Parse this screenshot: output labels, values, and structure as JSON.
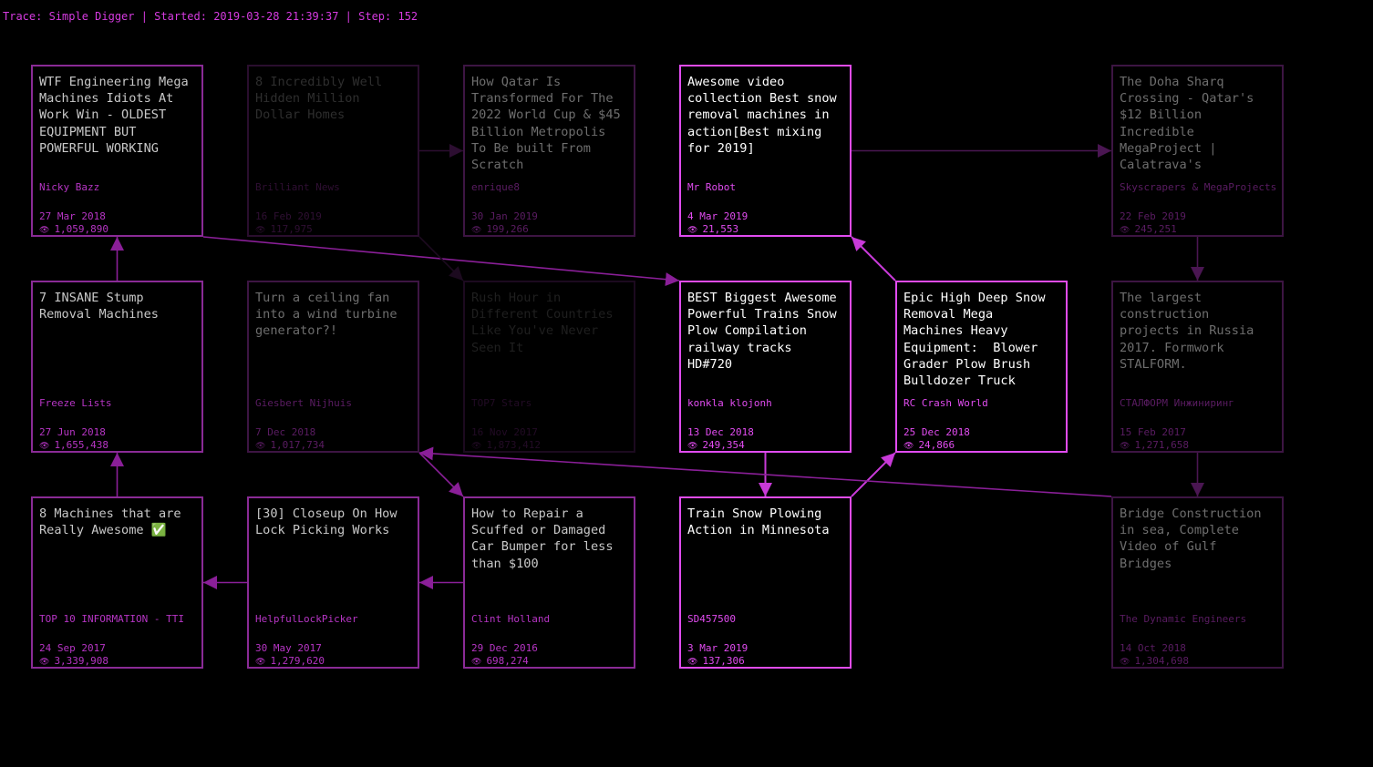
{
  "header": {
    "text": "Trace: Simple Digger | Started: 2019-03-28 21:39:37 | Step: 152"
  },
  "colors": {
    "accent": "#e14cf0",
    "edge": "#8a1f98",
    "background": "#000000"
  },
  "cards": [
    {
      "id": "r0c0",
      "title": "WTF Engineering Mega\nMachines Idiots At\nWork Win - OLDEST\nEQUIPMENT BUT\nPOWERFUL WORKING",
      "channel": "Nicky Bazz",
      "date": "27 Mar 2018",
      "views": "1,059,890",
      "state": "normal"
    },
    {
      "id": "r0c1",
      "title": "8 Incredibly Well\nHidden Million\nDollar Homes",
      "channel": "Brilliant News",
      "date": "16 Feb 2019",
      "views": "117,975",
      "state": "faded"
    },
    {
      "id": "r0c2",
      "title": "How Qatar Is\nTransformed For The\n2022 World Cup & $45\nBillion Metropolis\nTo Be built From\nScratch",
      "channel": "enrique8",
      "date": "30 Jan 2019",
      "views": "199,266",
      "state": "dim"
    },
    {
      "id": "r0c3",
      "title": "Awesome video\ncollection Best snow\nremoval machines in\naction[Best mixing\nfor 2019]",
      "channel": "Mr Robot",
      "date": "4 Mar 2019",
      "views": "21,553",
      "state": "active"
    },
    {
      "id": "r0c5",
      "title": "The Doha Sharq\nCrossing - Qatar's\n$12 Billion\nIncredible\nMegaProject |\nCalatrava's",
      "channel": "Skyscrapers & MegaProjects",
      "date": "22 Feb 2019",
      "views": "245,251",
      "state": "dim"
    },
    {
      "id": "r1c0",
      "title": "7 INSANE Stump\nRemoval Machines",
      "channel": "Freeze Lists",
      "date": "27 Jun 2018",
      "views": "1,655,438",
      "state": "normal"
    },
    {
      "id": "r1c1",
      "title": "Turn a ceiling fan\ninto a wind turbine\ngenerator?!",
      "channel": "Giesbert Nijhuis",
      "date": "7 Dec 2018",
      "views": "1,017,734",
      "state": "dim"
    },
    {
      "id": "r1c2",
      "title": "Rush Hour in\nDifferent Countries\nLike You've Never\nSeen It",
      "channel": "TOP7 Stars",
      "date": "16 Nov 2017",
      "views": "1,873,412",
      "state": "faint"
    },
    {
      "id": "r1c3",
      "title": "BEST Biggest Awesome\nPowerful Trains Snow\nPlow Compilation\nrailway tracks\nHD#720",
      "channel": "konkla klojonh",
      "date": "13 Dec 2018",
      "views": "249,354",
      "state": "active"
    },
    {
      "id": "r1c4",
      "title": "Epic High Deep Snow\nRemoval Mega\nMachines Heavy\nEquipment:  Blower\nGrader Plow Brush\nBulldozer Truck",
      "channel": "RC Crash World",
      "date": "25 Dec 2018",
      "views": "24,866",
      "state": "active"
    },
    {
      "id": "r1c5",
      "title": "The largest\nconstruction\nprojects in Russia\n2017. Formwork\nSTALFORM.",
      "channel": "СТАЛФОРМ Инжиниринг",
      "date": "15 Feb 2017",
      "views": "1,271,658",
      "state": "dim"
    },
    {
      "id": "r2c0",
      "title": "8 Machines that are\nReally Awesome ✅",
      "channel": "TOP 10 INFORMATION - TTI",
      "date": "24 Sep 2017",
      "views": "3,339,908",
      "state": "normal"
    },
    {
      "id": "r2c1",
      "title": "[30] Closeup On How\nLock Picking Works",
      "channel": "HelpfulLockPicker",
      "date": "30 May 2017",
      "views": "1,279,620",
      "state": "normal"
    },
    {
      "id": "r2c2",
      "title": "How to Repair a\nScuffed or Damaged\nCar Bumper for less\nthan $100",
      "channel": "Clint Holland",
      "date": "29 Dec 2016",
      "views": "698,274",
      "state": "normal"
    },
    {
      "id": "r2c3",
      "title": "Train Snow Plowing\nAction in Minnesota",
      "channel": "SD457500",
      "date": "3 Mar 2019",
      "views": "137,306",
      "state": "active"
    },
    {
      "id": "r2c5",
      "title": "Bridge Construction\nin sea, Complete\nVideo of Gulf\nBridges",
      "channel": "The Dynamic Engineers",
      "date": "14 Oct 2018",
      "views": "1,304,698",
      "state": "dim"
    }
  ],
  "edges": [
    {
      "from": "r2c0",
      "to": "r1c0",
      "state": "normal"
    },
    {
      "from": "r1c0",
      "to": "r0c0",
      "state": "normal"
    },
    {
      "from": "r0c0",
      "to": "r1c3",
      "state": "normal"
    },
    {
      "from": "r1c3",
      "to": "r2c3",
      "state": "active"
    },
    {
      "from": "r2c3",
      "to": "r1c4",
      "state": "active"
    },
    {
      "from": "r1c4",
      "to": "r0c3",
      "state": "active"
    },
    {
      "from": "r2c1",
      "to": "r2c0",
      "state": "normal"
    },
    {
      "from": "r2c2",
      "to": "r2c1",
      "state": "normal"
    },
    {
      "from": "r1c1",
      "to": "r2c2",
      "state": "normal"
    },
    {
      "from": "r2c5",
      "to": "r1c1",
      "state": "normal"
    },
    {
      "from": "r1c5",
      "to": "r2c5",
      "state": "dim"
    },
    {
      "from": "r0c5",
      "to": "r1c5",
      "state": "dim"
    },
    {
      "from": "r0c3",
      "to": "r0c5",
      "state": "dim"
    },
    {
      "from": "r0c1",
      "to": "r0c2",
      "state": "faded"
    },
    {
      "from": "r0c1",
      "to": "r1c2",
      "state": "faint"
    }
  ]
}
